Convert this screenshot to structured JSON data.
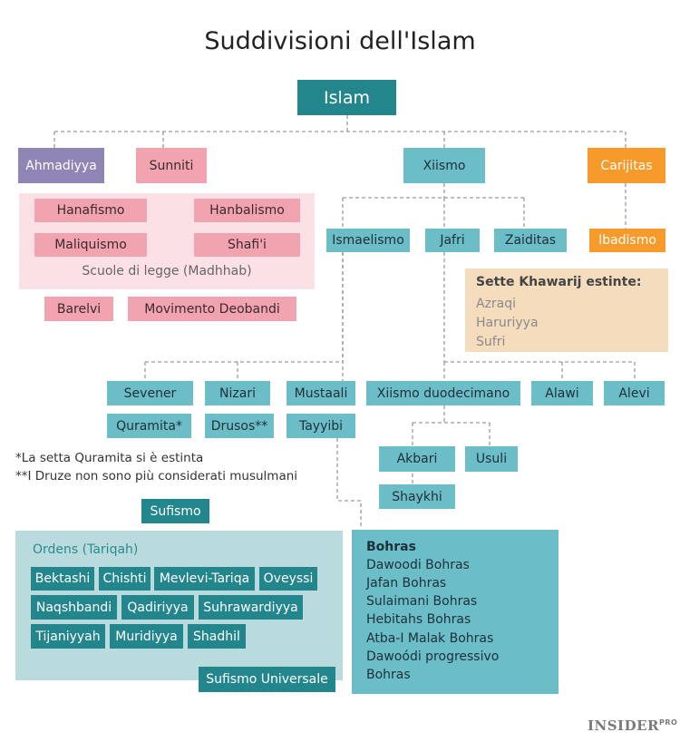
{
  "title": "Suddivisioni dell'Islam",
  "root": "Islam",
  "branches": {
    "ahmadiyya": "Ahmadiyya",
    "sunniti": "Sunniti",
    "xiismo": "Xiismo",
    "carijitas": "Carijitas"
  },
  "sunni": {
    "schools": [
      "Hanafismo",
      "Hanbalismo",
      "Maliquismo",
      "Shafi'i"
    ],
    "schools_caption": "Scuole di legge (Madhhab)",
    "movements": [
      "Barelvi",
      "Movimento Deobandi"
    ]
  },
  "khariji": {
    "ibadismo": "Ibadismo",
    "extinct_title": "Sette Khawarij estinte:",
    "extinct": [
      "Azraqi",
      "Haruriyya",
      "Sufri"
    ]
  },
  "shia": {
    "level1": [
      "Ismaelismo",
      "Jafri",
      "Zaiditas"
    ],
    "ismaili": [
      "Sevener",
      "Nizari",
      "Mustaali"
    ],
    "ismaili_sub": [
      "Quramita*",
      "Drusos**",
      "Tayyibi"
    ],
    "jafri": [
      "Xiismo duodecimano",
      "Alawi",
      "Alevi"
    ],
    "twelver": [
      "Akbari",
      "Usuli",
      "Shaykhi"
    ]
  },
  "notes": [
    "*La setta Quramita si è estinta",
    "**I Druze non sono più considerati musulmani"
  ],
  "sufism": {
    "label": "Sufismo",
    "orders_title": "Ordens (Tariqah)",
    "orders": [
      "Bektashi",
      "Chishti",
      "Mevlevi-Tariqa",
      "Oveyssi",
      "Naqshbandi",
      "Qadiriyya",
      "Suhrawardiyya",
      "Tijaniyyah",
      "Muridiyya",
      "Shadhil"
    ],
    "universal": "Sufismo Universale"
  },
  "bohras": {
    "title": "Bohras",
    "items": [
      "Dawoodi Bohras",
      "Jafan Bohras",
      "Sulaimani Bohras",
      "Hebitahs Bohras",
      "Atba-I Malak Bohras",
      "Dawoódi progressivo",
      "Bohras"
    ]
  },
  "brand": {
    "name": "INSIDER",
    "sup": "PRO"
  },
  "colors": {
    "teal": "#6bbdc8",
    "dark_teal": "#23868d",
    "pink": "#f2a3b0",
    "purple": "#8f86b6",
    "orange": "#f69a2b",
    "beige": "#f4dcbc",
    "light_blue": "#b9dbdd"
  }
}
